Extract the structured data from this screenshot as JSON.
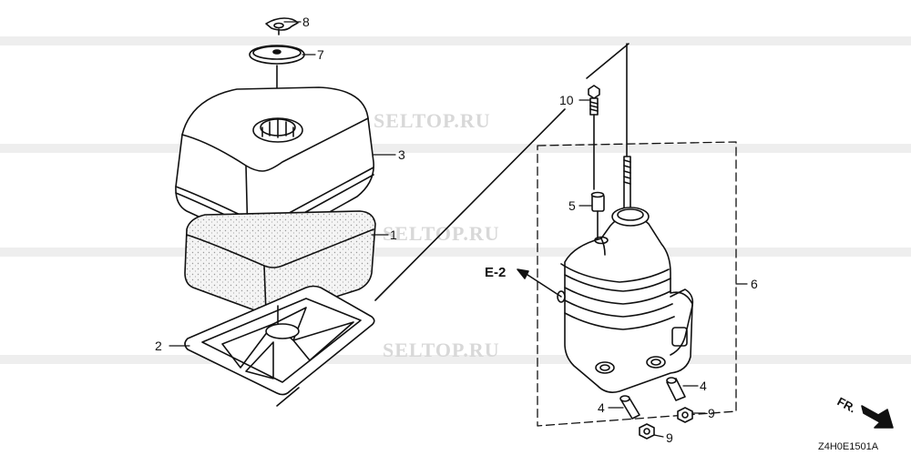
{
  "watermarks": [
    "SELTOP.RU",
    "SELTOP.RU",
    "SELTOP.RU"
  ],
  "callouts": {
    "c1": "1",
    "c2": "2",
    "c3": "3",
    "c4a": "4",
    "c4b": "4",
    "c5": "5",
    "c6": "6",
    "c7": "7",
    "c8": "8",
    "c9a": "9",
    "c9b": "9",
    "c10": "10"
  },
  "reference": "E-2",
  "direction": "FR.",
  "diagram_code": "Z4H0E1501A",
  "colors": {
    "line": "#111111",
    "watermark": "#d8d8d8",
    "foam": "#f2f2f2"
  }
}
